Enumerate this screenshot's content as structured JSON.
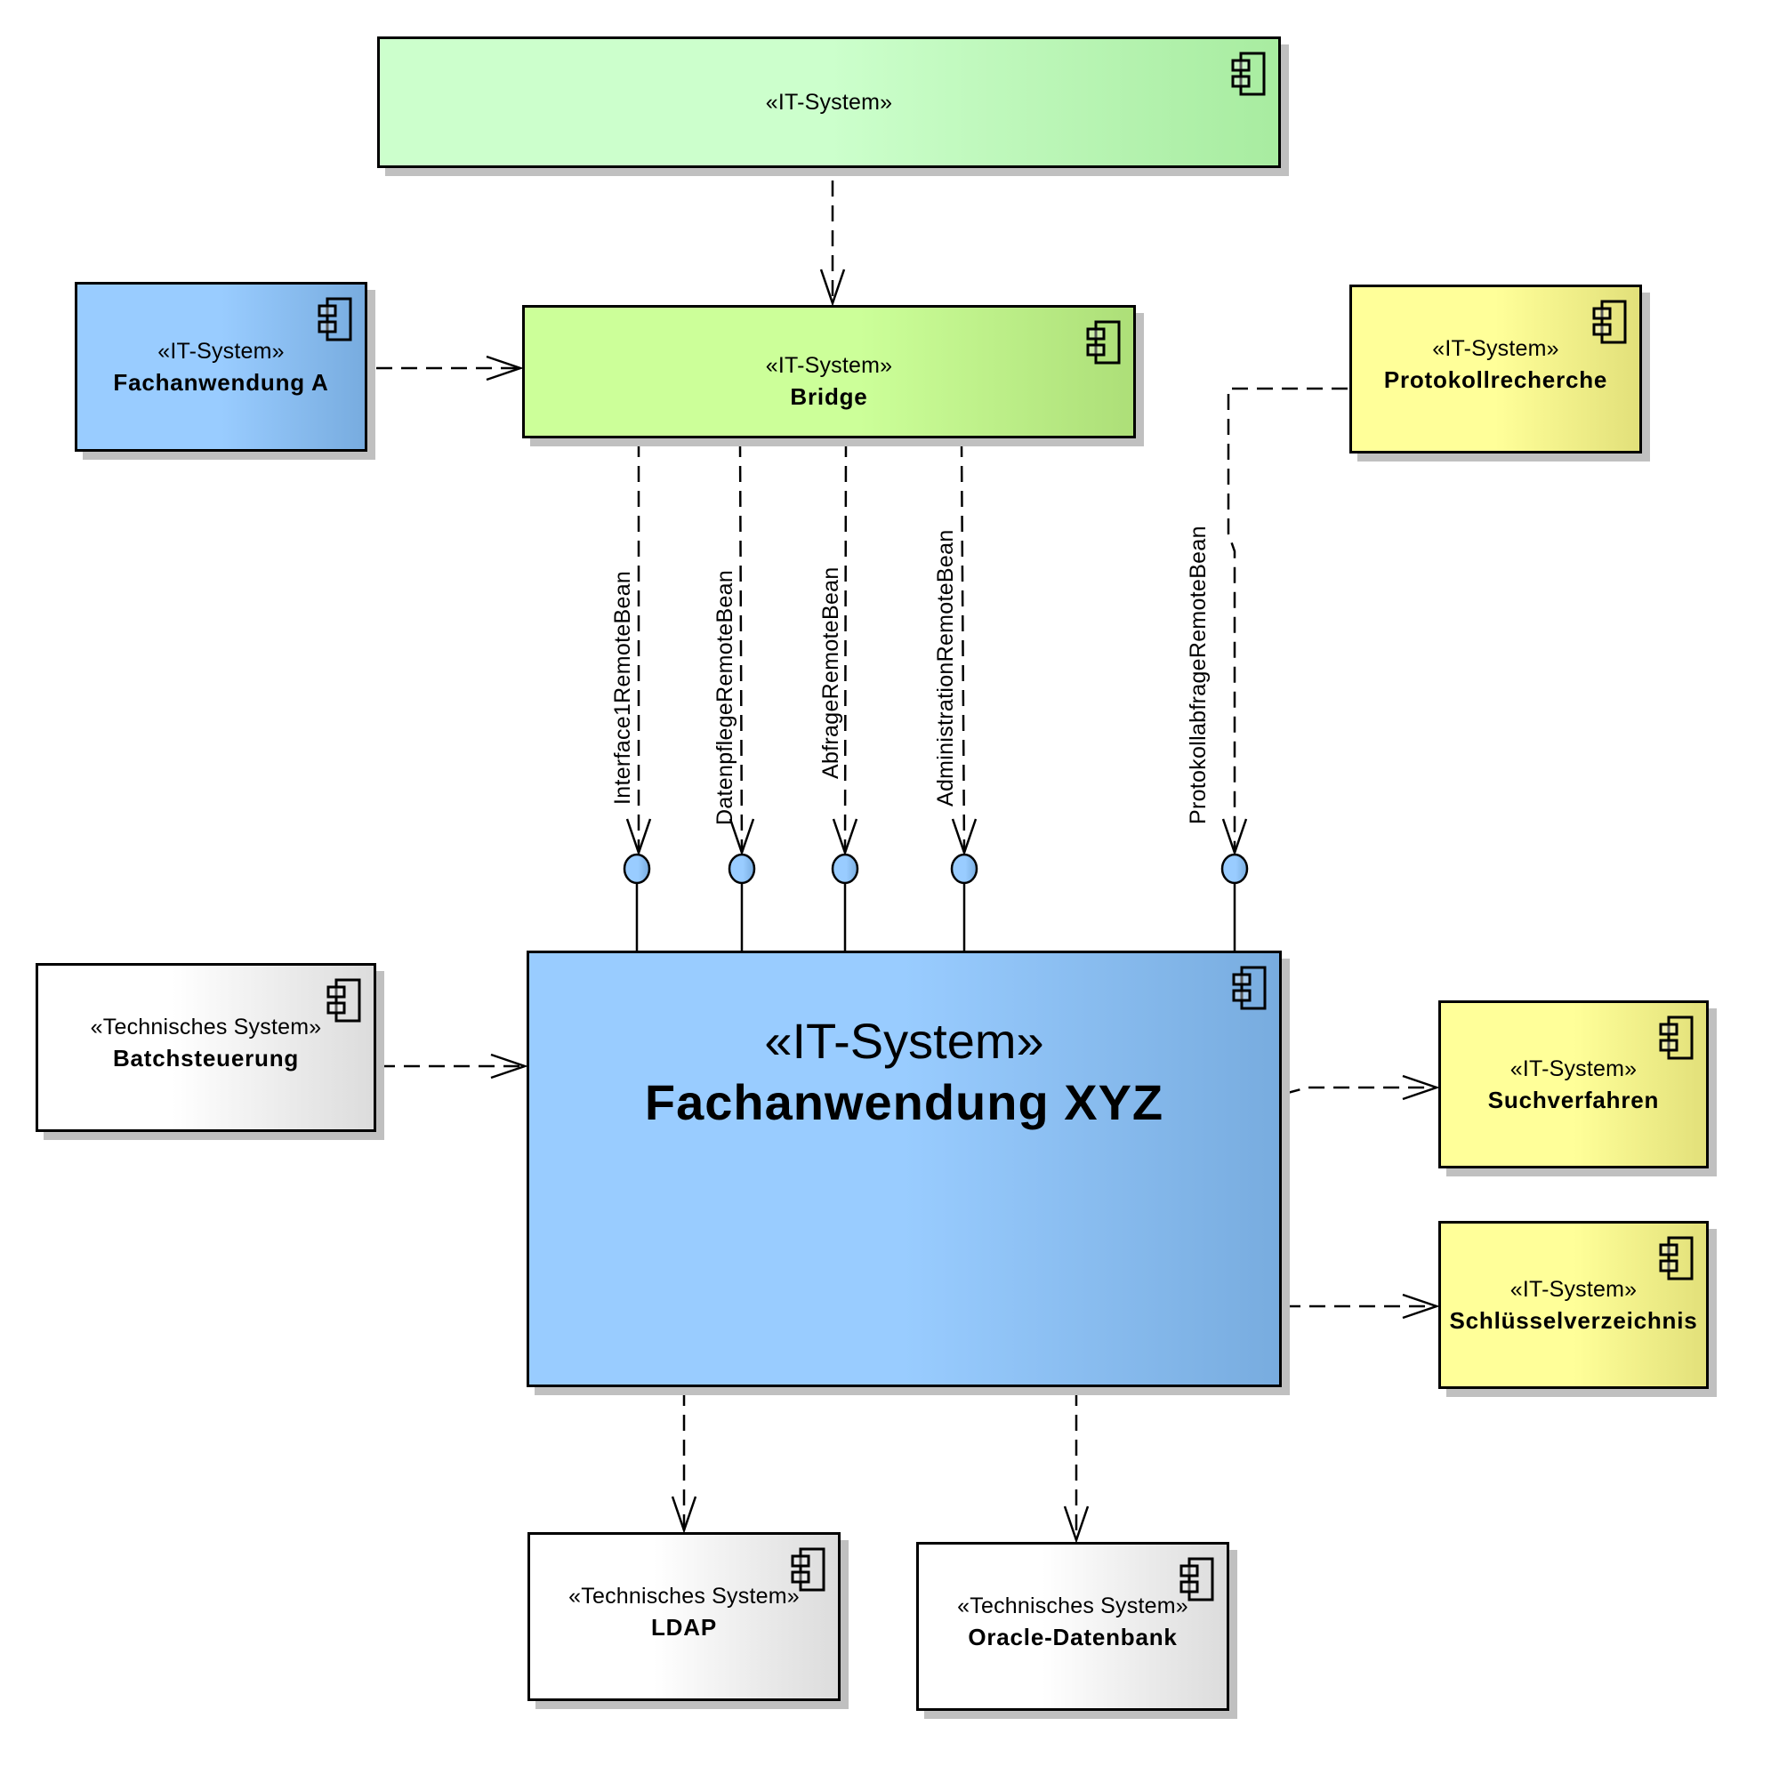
{
  "diagram": {
    "type": "UML component diagram",
    "components": [
      {
        "id": "top",
        "stereotype": "«IT-System»",
        "name": "",
        "color": "#ccffcc"
      },
      {
        "id": "fachanwendung_a",
        "stereotype": "«IT-System»",
        "name": "Fachanwendung A",
        "color": "#99ccff"
      },
      {
        "id": "bridge",
        "stereotype": "«IT-System»",
        "name": "Bridge",
        "color": "#ccff99"
      },
      {
        "id": "protokollrecherche",
        "stereotype": "«IT-System»",
        "name": "Protokollrecherche",
        "color": "#ffff99"
      },
      {
        "id": "batchsteuerung",
        "stereotype": "«Technisches System»",
        "name": "Batchsteuerung",
        "color": "#ffffff"
      },
      {
        "id": "fachanwendung_xyz",
        "stereotype": "«IT-System»",
        "name": "Fachanwendung XYZ",
        "color": "#99ccff"
      },
      {
        "id": "suchverfahren",
        "stereotype": "«IT-System»",
        "name": "Suchverfahren",
        "color": "#ffff99"
      },
      {
        "id": "schluesselverzeichnis",
        "stereotype": "«IT-System»",
        "name": "Schlüsselverzeichnis",
        "color": "#ffff99"
      },
      {
        "id": "ldap",
        "stereotype": "«Technisches System»",
        "name": "LDAP",
        "color": "#ffffff"
      },
      {
        "id": "oracle",
        "stereotype": "«Technisches System»",
        "name": "Oracle-Datenbank",
        "color": "#ffffff"
      }
    ],
    "interfaces": [
      {
        "label": "Interface1RemoteBean",
        "from": "bridge",
        "provided_by": "fachanwendung_xyz"
      },
      {
        "label": "DatenpflegeRemoteBean",
        "from": "bridge",
        "provided_by": "fachanwendung_xyz"
      },
      {
        "label": "AbfrageRemoteBean",
        "from": "bridge",
        "provided_by": "fachanwendung_xyz"
      },
      {
        "label": "AdministrationRemoteBean",
        "from": "bridge",
        "provided_by": "fachanwendung_xyz"
      },
      {
        "label": "ProtokollabfrageRemoteBean",
        "from": "protokollrecherche",
        "provided_by": "fachanwendung_xyz"
      }
    ],
    "dependencies": [
      {
        "from": "top",
        "to": "bridge"
      },
      {
        "from": "fachanwendung_a",
        "to": "bridge"
      },
      {
        "from": "batchsteuerung",
        "to": "fachanwendung_xyz"
      },
      {
        "from": "fachanwendung_xyz",
        "to": "suchverfahren"
      },
      {
        "from": "fachanwendung_xyz",
        "to": "schluesselverzeichnis"
      },
      {
        "from": "fachanwendung_xyz",
        "to": "ldap"
      },
      {
        "from": "fachanwendung_xyz",
        "to": "oracle"
      }
    ],
    "colors": {
      "line": "#000000",
      "shadow": "#c0c0c0",
      "interface_circle": "#99ccff"
    }
  }
}
